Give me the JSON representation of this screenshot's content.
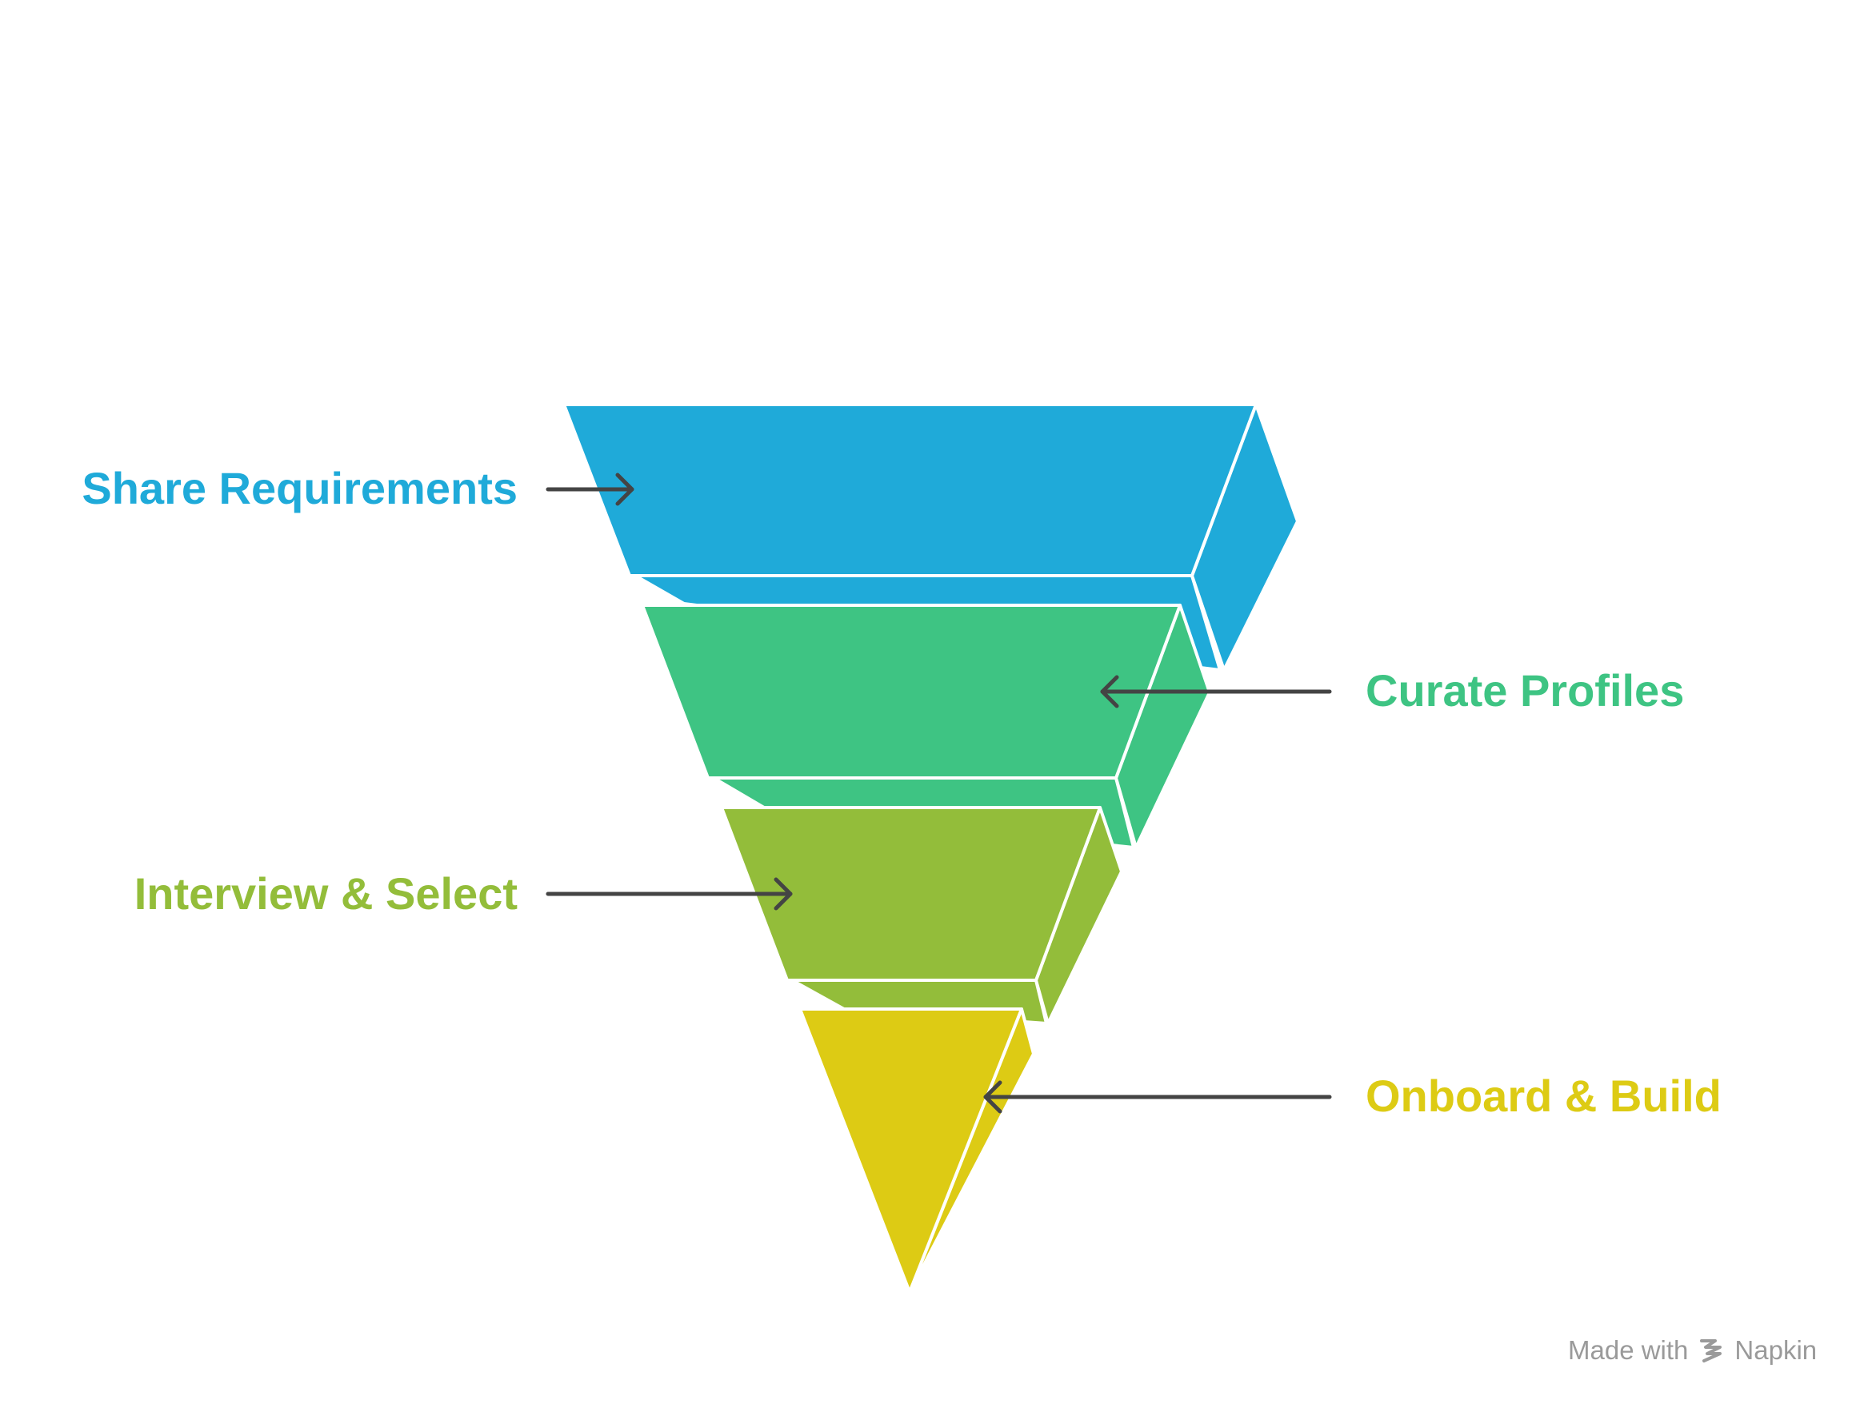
{
  "stages": [
    {
      "label": "Share Requirements",
      "color": "#1FAAD9",
      "side": "left"
    },
    {
      "label": "Curate Profiles",
      "color": "#3EC483",
      "side": "right"
    },
    {
      "label": "Interview & Select",
      "color": "#93BD3A",
      "side": "left"
    },
    {
      "label": "Onboard & Build",
      "color": "#DDCB14",
      "side": "right"
    }
  ],
  "arrow_color": "#444444",
  "watermark": {
    "prefix": "Made with",
    "brand": "Napkin",
    "icon": "napkin-logo-icon"
  }
}
